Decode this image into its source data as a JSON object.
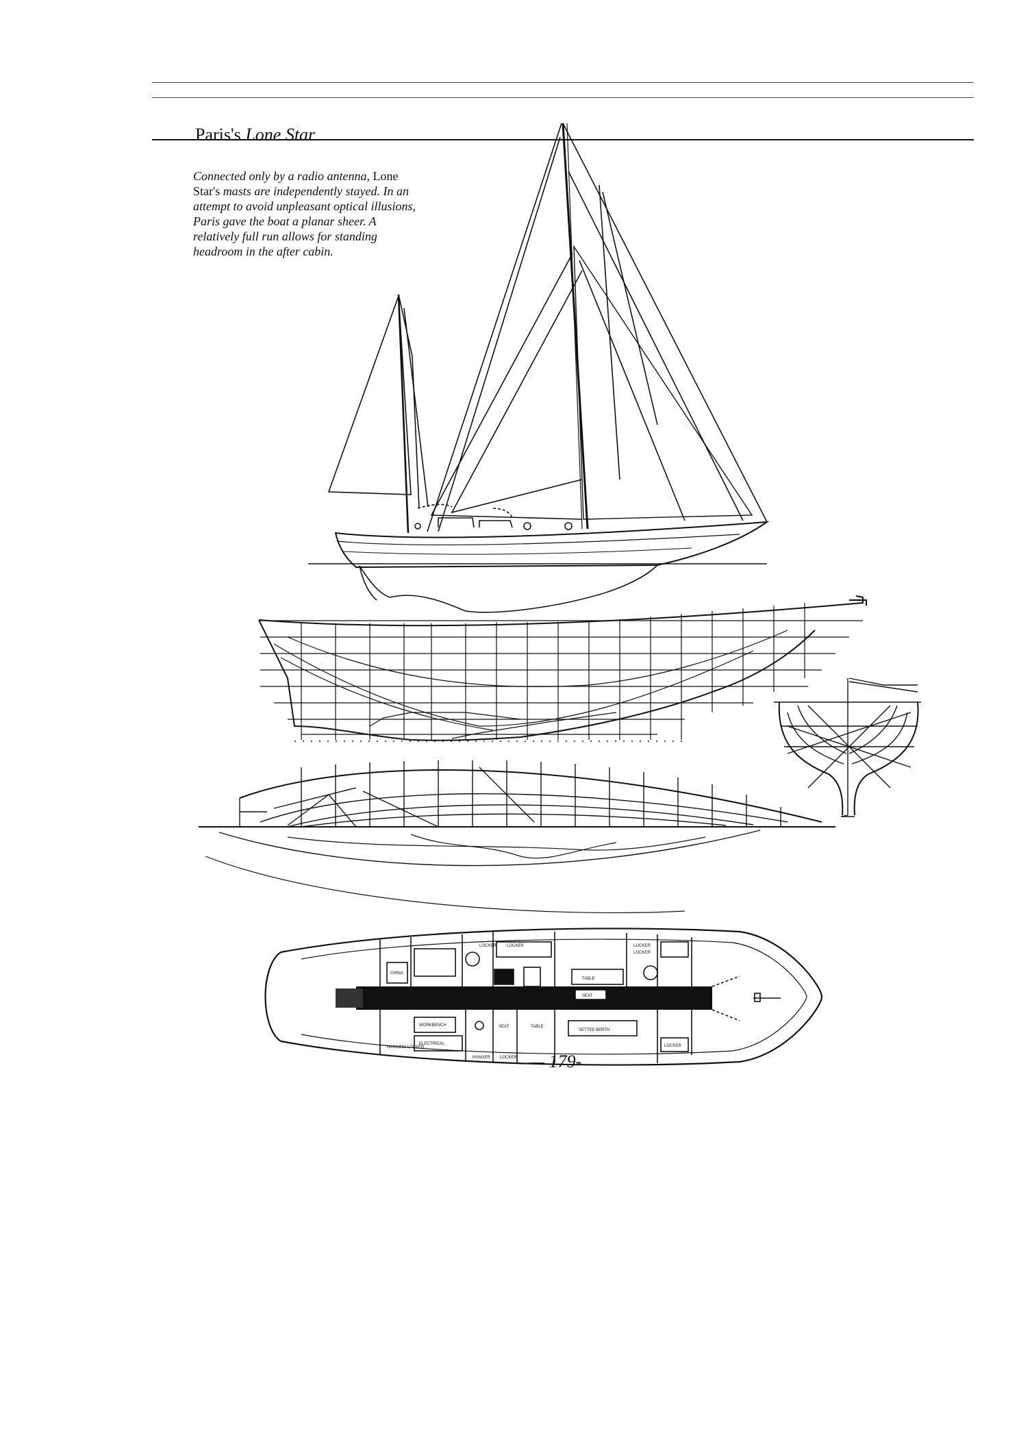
{
  "header": {
    "title_plain": "Paris's ",
    "title_italic": "Lone Star"
  },
  "caption": {
    "part1": "Connected only by a radio antenna, ",
    "part2": "Lone Star's",
    "part3": " masts are independently stayed. In an attempt to avoid unpleasant optical illusions, Paris gave the boat a planar sheer. A relatively full run allows for standing headroom in the after cabin."
  },
  "footer": {
    "page_number": "— 179-"
  },
  "figure": {
    "plans": [
      "sail-plan",
      "lines-profile",
      "body-plan",
      "half-breadth-plan",
      "accommodation-plan"
    ],
    "cabin_labels": [
      "LOCKER",
      "LOCKER",
      "LOCKER",
      "LOCKER",
      "CHINA",
      "WORKBENCH",
      "ELECTRICAL",
      "TABLE",
      "SEAT",
      "SETTEE BERTH",
      "LOCKER",
      "HANGING LOCKER",
      "SEAT",
      "TABLE",
      "HANGER",
      "LOCKER"
    ]
  }
}
